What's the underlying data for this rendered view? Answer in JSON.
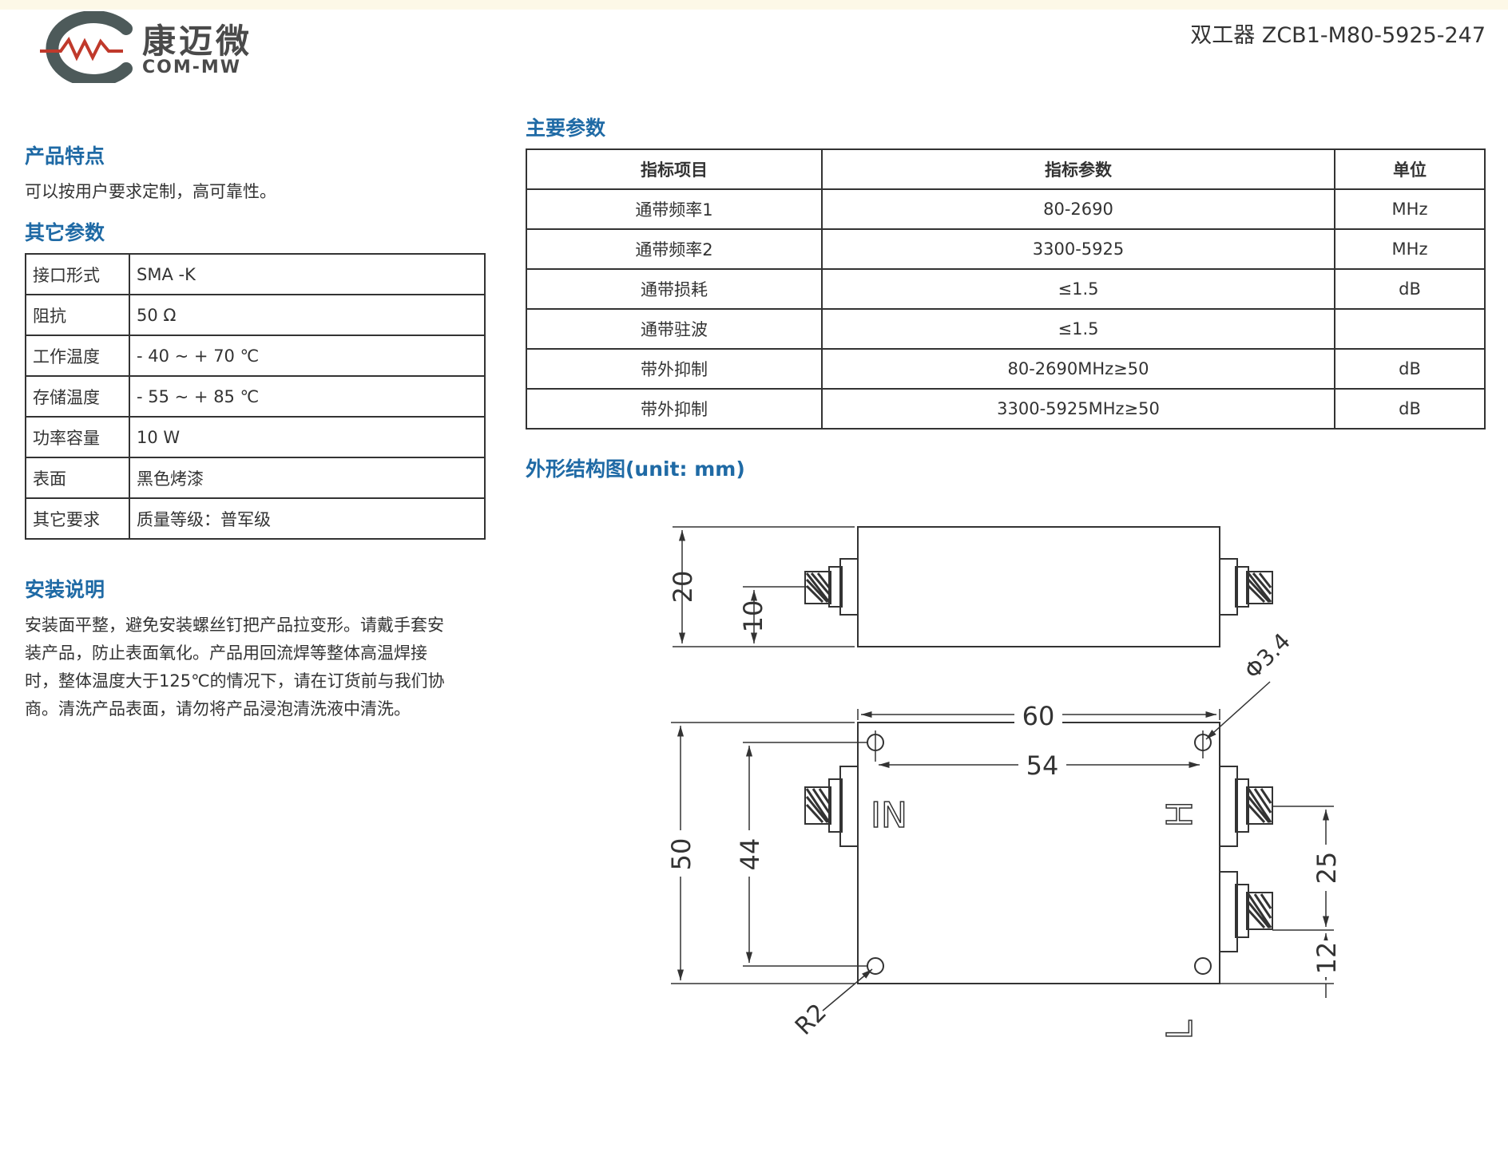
{
  "brand": {
    "name_cn": "康迈微",
    "name_en": "COM-MW"
  },
  "doc_title": "双工器 ZCB1-M80-5925-247",
  "features": {
    "heading": "产品特点",
    "text": "可以按用户要求定制，高可靠性。"
  },
  "other_params": {
    "heading": "其它参数",
    "rows": [
      {
        "k": "接口形式",
        "v": "SMA -K"
      },
      {
        "k": "阻抗",
        "v": "50 Ω"
      },
      {
        "k": "工作温度",
        "v": "- 40 ~ + 70 ℃"
      },
      {
        "k": "存储温度",
        "v": "- 55 ~ + 85 ℃"
      },
      {
        "k": "功率容量",
        "v": "10 W"
      },
      {
        "k": "表面",
        "v": "黑色烤漆"
      },
      {
        "k": "其它要求",
        "v": "质量等级：普军级"
      }
    ]
  },
  "install": {
    "heading": "安装说明",
    "lines": [
      "安装面平整，避免安装螺丝钉把产品拉变形。请戴手套安",
      "装产品，防止表面氧化。产品用回流焊等整体高温焊接",
      "时，整体温度大于125℃的情况下，请在订货前与我们协",
      "商。清洗产品表面，请勿将产品浸泡清洗液中清洗。"
    ]
  },
  "main_params": {
    "heading": "主要参数",
    "headers": [
      "指标项目",
      "指标参数",
      "单位"
    ],
    "rows": [
      [
        "通带频率1",
        "80-2690",
        "MHz"
      ],
      [
        "通带频率2",
        "3300-5925",
        "MHz"
      ],
      [
        "通带损耗",
        "≤1.5",
        "dB"
      ],
      [
        "通带驻波",
        "≤1.5",
        ""
      ],
      [
        "带外抑制",
        "80-2690MHz≥50",
        "dB"
      ],
      [
        "带外抑制",
        "3300-5925MHz≥50",
        "dB"
      ]
    ]
  },
  "drawing": {
    "heading": "外形结构图(unit: mm)",
    "dims": {
      "d20": "20",
      "d10": "10",
      "d60": "60",
      "d54": "54",
      "hole": "Φ3.4",
      "d50": "50",
      "d44": "44",
      "d25": "25",
      "d12": "12",
      "radius": "R2"
    },
    "ports": {
      "in": "IN",
      "h": "H",
      "l": "L"
    }
  },
  "colors": {
    "heading": "#1f6aa5",
    "logo_red": "#c0392b",
    "logo_gray": "#4d5a5a"
  }
}
